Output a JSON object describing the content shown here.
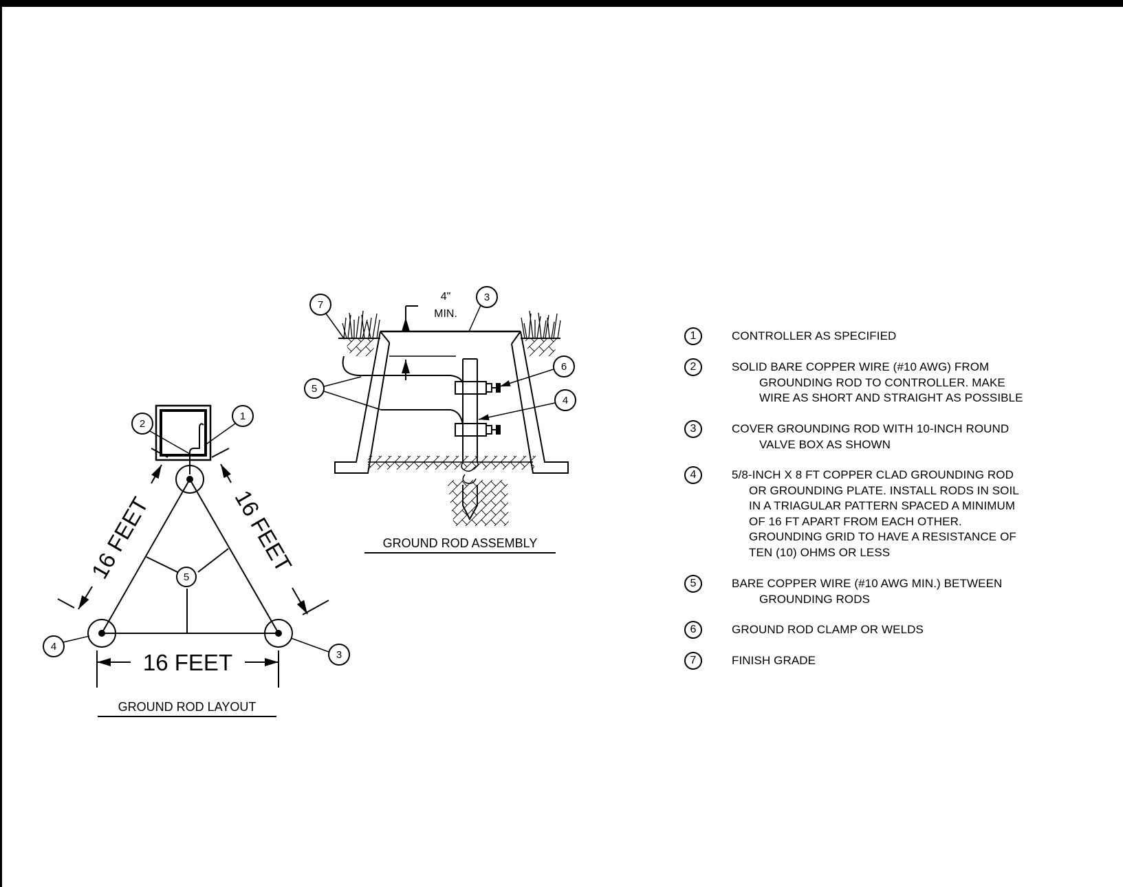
{
  "layout_detail": {
    "title": "GROUND ROD LAYOUT",
    "dim_left": "16 FEET",
    "dim_right": "16 FEET",
    "dim_bottom": "16 FEET",
    "callouts": {
      "controller": "1",
      "wire_up": "2",
      "rod_right": "3",
      "rod_left": "4",
      "wire_center": "5"
    }
  },
  "assembly_detail": {
    "title": "GROUND ROD ASSEMBLY",
    "dim_value": "4\"",
    "dim_unit": "MIN.",
    "callouts": {
      "cover": "3",
      "clamp": "6",
      "rod": "4",
      "wires": "5",
      "grade": "7"
    }
  },
  "notes": [
    {
      "num": "1",
      "lines": [
        "CONTROLLER AS SPECIFIED"
      ]
    },
    {
      "num": "2",
      "lines": [
        "SOLID BARE COPPER WIRE (#10 AWG) FROM",
        "GROUNDING ROD TO CONTROLLER. MAKE",
        "WIRE AS SHORT AND STRAIGHT AS POSSIBLE"
      ]
    },
    {
      "num": "3",
      "lines": [
        "COVER GROUNDING ROD WITH 10-INCH ROUND",
        "VALVE BOX AS SHOWN"
      ]
    },
    {
      "num": "4",
      "lines": [
        "5/8-INCH X 8 FT COPPER CLAD GROUNDING ROD",
        "OR GROUNDING PLATE. INSTALL RODS IN SOIL",
        "IN A TRIAGULAR PATTERN SPACED A MINIMUM",
        "OF 16 FT APART FROM EACH OTHER.",
        "GROUNDING GRID TO HAVE A RESISTANCE OF",
        "TEN (10) OHMS OR LESS"
      ]
    },
    {
      "num": "5",
      "lines": [
        "BARE COPPER WIRE (#10 AWG MIN.) BETWEEN",
        "GROUNDING RODS"
      ]
    },
    {
      "num": "6",
      "lines": [
        "GROUND ROD CLAMP OR WELDS"
      ]
    },
    {
      "num": "7",
      "lines": [
        "FINISH GRADE"
      ]
    }
  ]
}
